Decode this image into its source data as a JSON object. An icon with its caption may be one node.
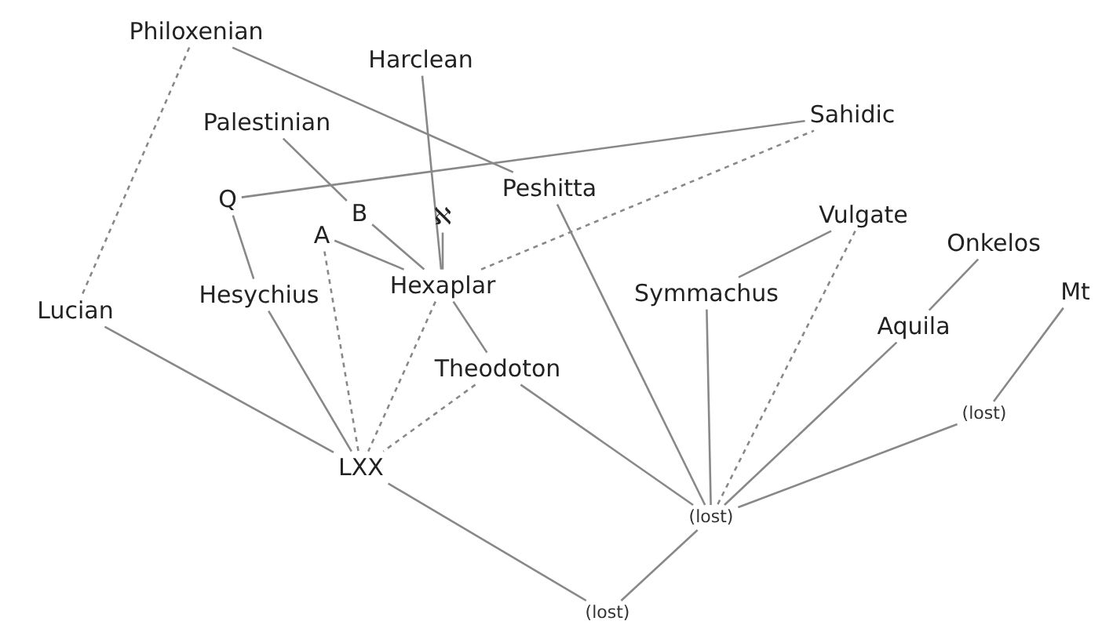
{
  "diagram": {
    "nodes": [
      {
        "text": [
          "Philoxenian"
        ]
      },
      {
        "text": [
          "Harclean"
        ]
      },
      {
        "text": [
          "Palestinian"
        ]
      },
      {
        "text": [
          "Sahidic"
        ]
      },
      {
        "text": [
          "Q"
        ]
      },
      {
        "text": [
          "B"
        ]
      },
      {
        "text": [
          "ℵ"
        ]
      },
      {
        "text": [
          "Peshitta"
        ]
      },
      {
        "text": [
          "A"
        ]
      },
      {
        "text": [
          "Vulgate"
        ]
      },
      {
        "text": [
          "Onkelos"
        ]
      },
      {
        "text": [
          "Hesychius"
        ]
      },
      {
        "text": [
          "Hexaplar"
        ]
      },
      {
        "text": [
          "Symmachus"
        ]
      },
      {
        "text": [
          "Mt"
        ]
      },
      {
        "text": [
          "Lucian"
        ]
      },
      {
        "text": [
          "Aquila"
        ]
      },
      {
        "text": [
          "Theodoton"
        ]
      },
      {
        "text": [
          "(lost)"
        ]
      },
      {
        "text": [
          "LXX"
        ]
      },
      {
        "text": [
          "(lost)"
        ]
      },
      {
        "text": [
          "(lost)"
        ]
      }
    ],
    "edges": [
      {
        "from": 0,
        "to": 7,
        "arrow": "none"
      },
      {
        "from": 0,
        "to": 15,
        "arrow": "none",
        "style": "dashed"
      },
      {
        "from": 1,
        "to": 12,
        "arrow": "none"
      },
      {
        "from": 2,
        "to": 5,
        "arrow": "none"
      },
      {
        "from": 5,
        "to": 12,
        "arrow": "none"
      },
      {
        "from": 4,
        "to": 3,
        "arrow": "none"
      },
      {
        "from": 4,
        "to": 11,
        "arrow": "none"
      },
      {
        "from": 11,
        "to": 19,
        "arrow": "none"
      },
      {
        "from": 6,
        "to": 12,
        "arrow": "none"
      },
      {
        "from": 8,
        "to": 12,
        "arrow": "none"
      },
      {
        "from": 8,
        "to": 19,
        "arrow": "none",
        "style": "dashed"
      },
      {
        "from": 12,
        "to": 3,
        "arrow": "none",
        "style": "dashed"
      },
      {
        "from": 12,
        "to": 19,
        "arrow": "none",
        "style": "dashed"
      },
      {
        "from": 12,
        "to": 17,
        "arrow": "none"
      },
      {
        "from": 7,
        "to": 20,
        "arrow": "none"
      },
      {
        "from": 9,
        "to": 13,
        "arrow": "none"
      },
      {
        "from": 9,
        "to": 20,
        "arrow": "none",
        "style": "dashed"
      },
      {
        "from": 13,
        "to": 20,
        "arrow": "none"
      },
      {
        "from": 10,
        "to": 16,
        "arrow": "none"
      },
      {
        "from": 16,
        "to": 20,
        "arrow": "none"
      },
      {
        "from": 14,
        "to": 18,
        "arrow": "none"
      },
      {
        "from": 18,
        "to": 20,
        "arrow": "none"
      },
      {
        "from": 15,
        "to": 19,
        "arrow": "none"
      },
      {
        "from": 17,
        "to": 19,
        "arrow": "none",
        "style": "dashed"
      },
      {
        "from": 17,
        "to": 20,
        "arrow": "none"
      },
      {
        "from": 19,
        "to": 21,
        "arrow": "none"
      },
      {
        "from": 20,
        "to": 21,
        "arrow": "none"
      }
    ]
  }
}
